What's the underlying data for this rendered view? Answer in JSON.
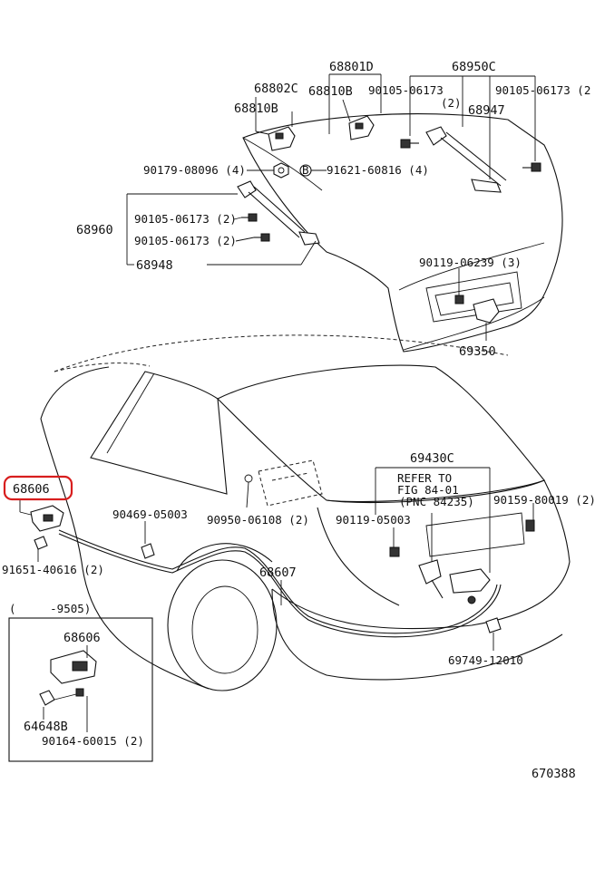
{
  "labels": {
    "p68801D": "68801D",
    "p68950C": "68950C",
    "p68802C": "68802C",
    "p68810B_a": "68810B",
    "p68810B_b": "68810B",
    "b90105_06173_top_l": "90105-06173",
    "qty_2_top": "(2)",
    "b90105_06173_top_r": "90105-06173 (2",
    "p68947": "68947",
    "b90179_08096": "90179-08096 (4)",
    "b91621_60816": "91621-60816 (4)",
    "p68960": "68960",
    "b90105_06173_mid1": "90105-06173 (2)",
    "b90105_06173_mid2": "90105-06173 (2)",
    "p68948": "68948",
    "b90119_06239": "90119-06239 (3)",
    "p69350": "69350",
    "p69430C": "69430C",
    "refer_line1": "REFER TO",
    "refer_line2": "FIG 84-01",
    "refer_line3": "(PNC 84235)",
    "b90159_80019": "90159-80019 (2)",
    "p68606": "68606",
    "b90469_05003": "90469-05003",
    "b90950_06108": "90950-06108 (2)",
    "b90119_05003": "90119-05003",
    "b91651_40616": "91651-40616 (2)",
    "p68607": "68607",
    "inset_range": "(     -9505)",
    "inset_68606": "68606",
    "p64648B": "64648B",
    "b90164_60015": "90164-60015 (2)",
    "p69749_12010": "69749-12010",
    "diagram_number": "670388"
  },
  "colors": {
    "line": "#111111",
    "highlight": "#d81e1e",
    "background": "#ffffff"
  }
}
